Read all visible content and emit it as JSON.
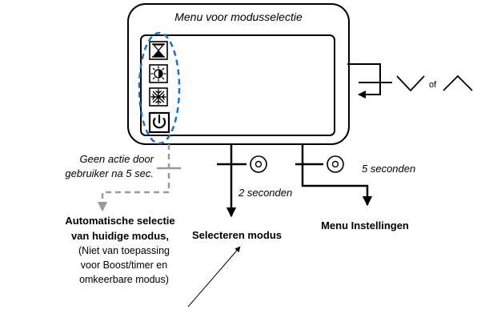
{
  "title": "Menu voor modusselectie",
  "nav": {
    "of_label": "of"
  },
  "modes": [
    {
      "icon": "hourglass-icon"
    },
    {
      "icon": "sun-moon-icon"
    },
    {
      "icon": "snowflake-icon"
    },
    {
      "icon": "power-icon"
    }
  ],
  "timeout": {
    "line1": "Geen actie door",
    "line2": "gebruiker na 5 sec."
  },
  "press_short": {
    "duration": "2 seconden",
    "icon": "button-press-icon"
  },
  "press_long": {
    "duration": "5 seconden",
    "icon": "button-press-icon"
  },
  "outcomes": {
    "auto": {
      "line1": "Automatische selectie",
      "line2": "van huidige modus,",
      "note1": "(Niet van toepassing",
      "note2": "voor Boost/timer en",
      "note3": "omkeerbare modus)"
    },
    "select": "Selecteren modus",
    "settings": "Menu Instellingen"
  },
  "colors": {
    "line": "#000000",
    "dashed": "#9a9a9a",
    "highlight": "#1e6fc8"
  }
}
